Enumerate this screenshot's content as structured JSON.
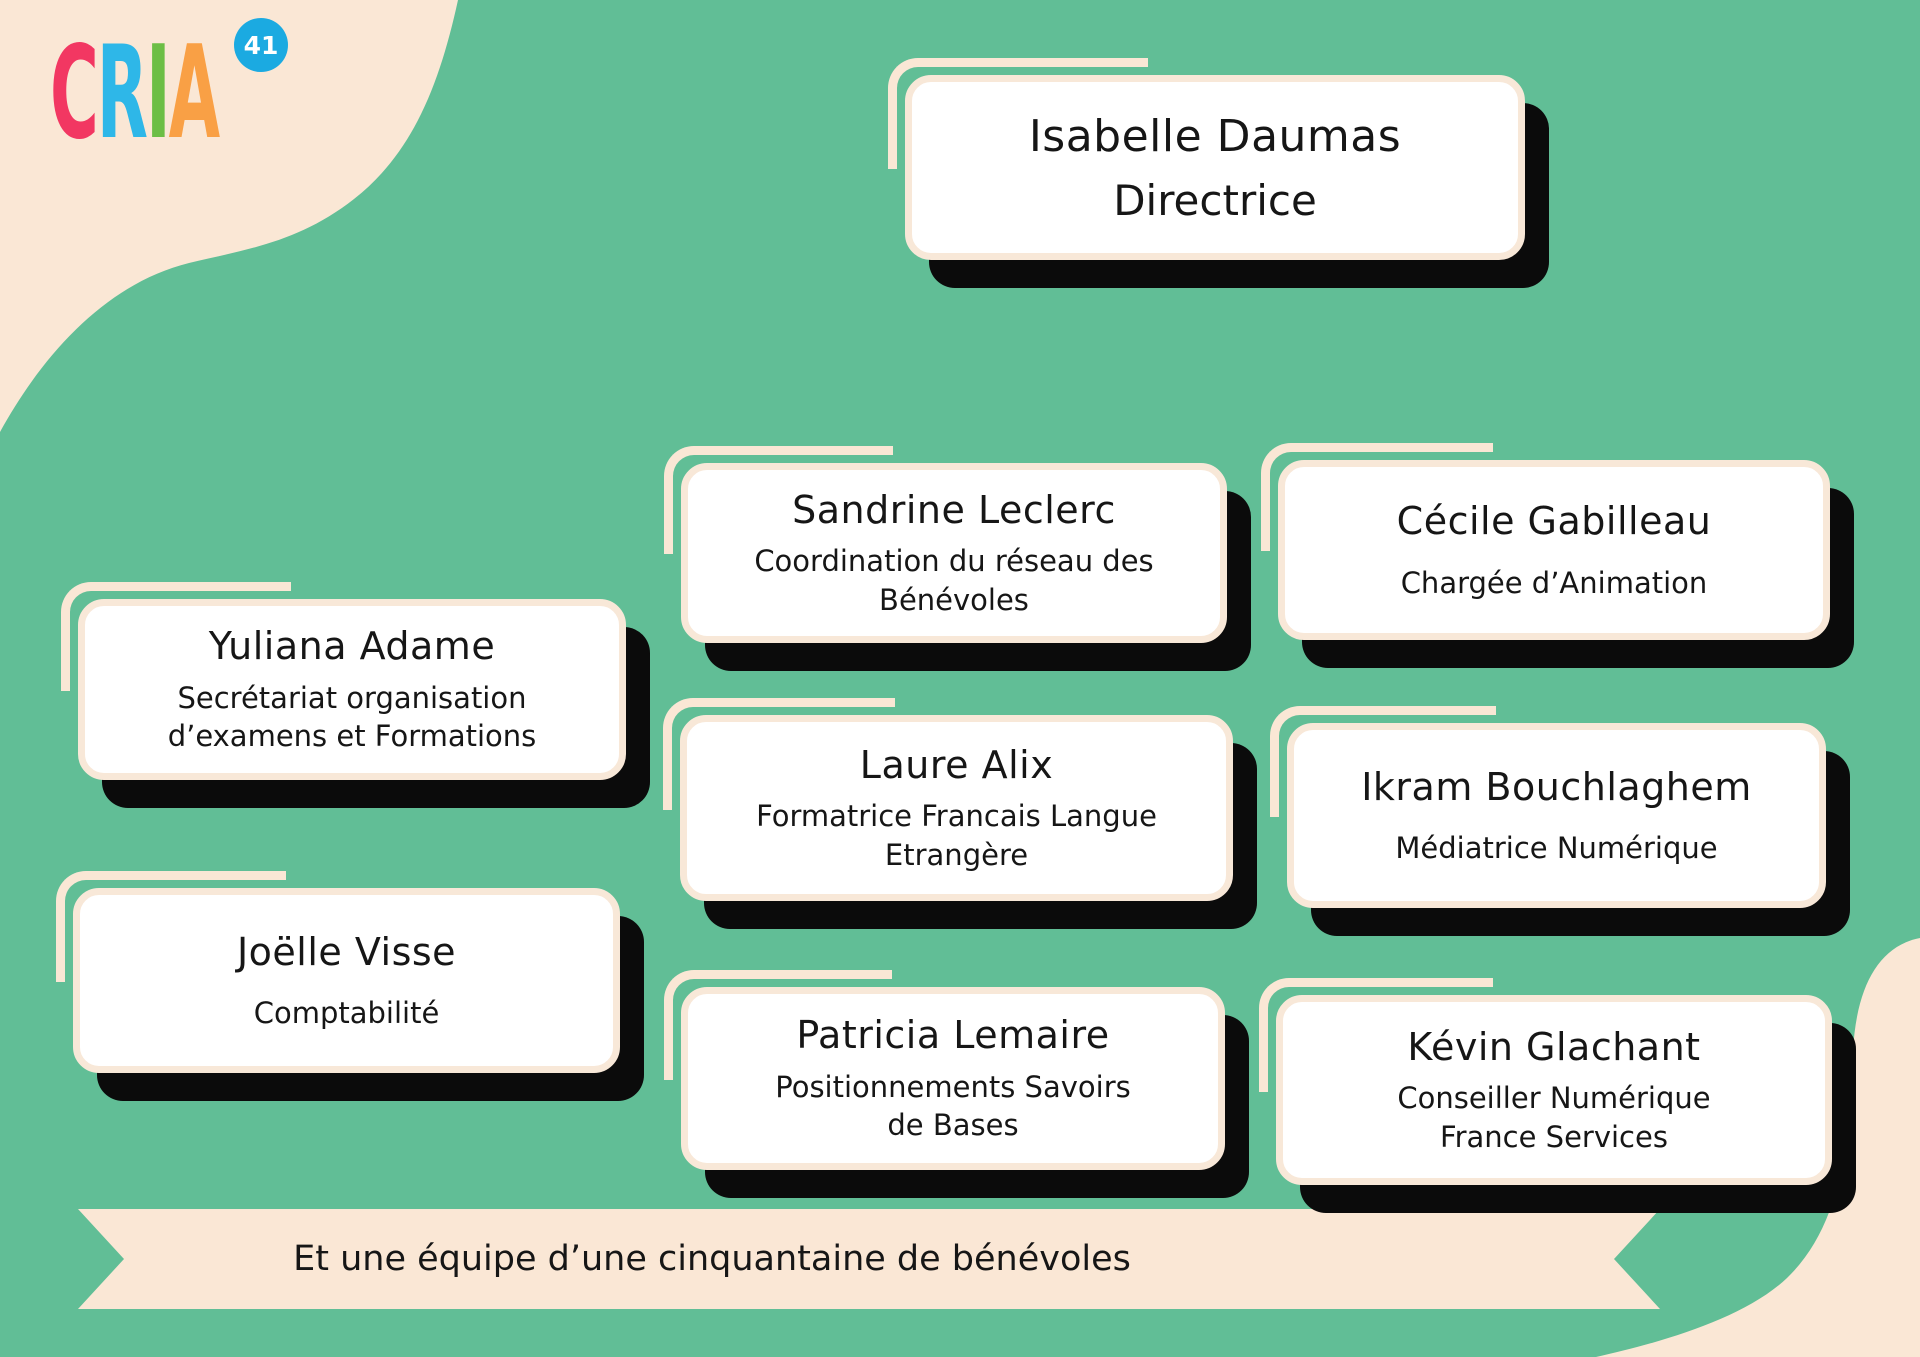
{
  "logo": {
    "name": "CRIA 41",
    "letters": [
      {
        "char": "C",
        "color": "#F23762"
      },
      {
        "char": "R",
        "color": "#2EB7E8"
      },
      {
        "char": "I",
        "color": "#6CBE45"
      },
      {
        "char": "A",
        "color": "#F9A045"
      }
    ],
    "badge": {
      "text": "41",
      "bg": "#1BAAE1",
      "fg": "#FFFFFF"
    }
  },
  "cards": [
    {
      "name": "Isabelle Daumas",
      "role_lines": [
        "Directrice"
      ]
    },
    {
      "name": "Sandrine Leclerc",
      "role_lines": [
        "Coordination du réseau des",
        "Bénévoles"
      ]
    },
    {
      "name": "Cécile Gabilleau",
      "role_lines": [
        "Chargée d’Animation"
      ]
    },
    {
      "name": "Yuliana Adame",
      "role_lines": [
        "Secrétariat organisation",
        "d’examens et Formations"
      ]
    },
    {
      "name": "Laure Alix",
      "role_lines": [
        "Formatrice Francais Langue",
        "Etrangère"
      ]
    },
    {
      "name": "Ikram Bouchlaghem",
      "role_lines": [
        "Médiatrice Numérique"
      ]
    },
    {
      "name": "Joëlle Visse",
      "role_lines": [
        "Comptabilité"
      ]
    },
    {
      "name": "Patricia Lemaire",
      "role_lines": [
        "Positionnements Savoirs",
        "de Bases"
      ]
    },
    {
      "name": "Kévin Glachant",
      "role_lines": [
        "Conseiller Numérique",
        "France Services"
      ]
    }
  ],
  "ribbon": {
    "text": "Et une équipe d’une cinquantaine de bénévoles"
  },
  "colors": {
    "background": "#61BE96",
    "cream": "#FAE7D5",
    "card_bg": "#FFFFFF",
    "card_border": "#F8E8D8",
    "shadow": "#0B0B0B",
    "text": "#161616"
  }
}
